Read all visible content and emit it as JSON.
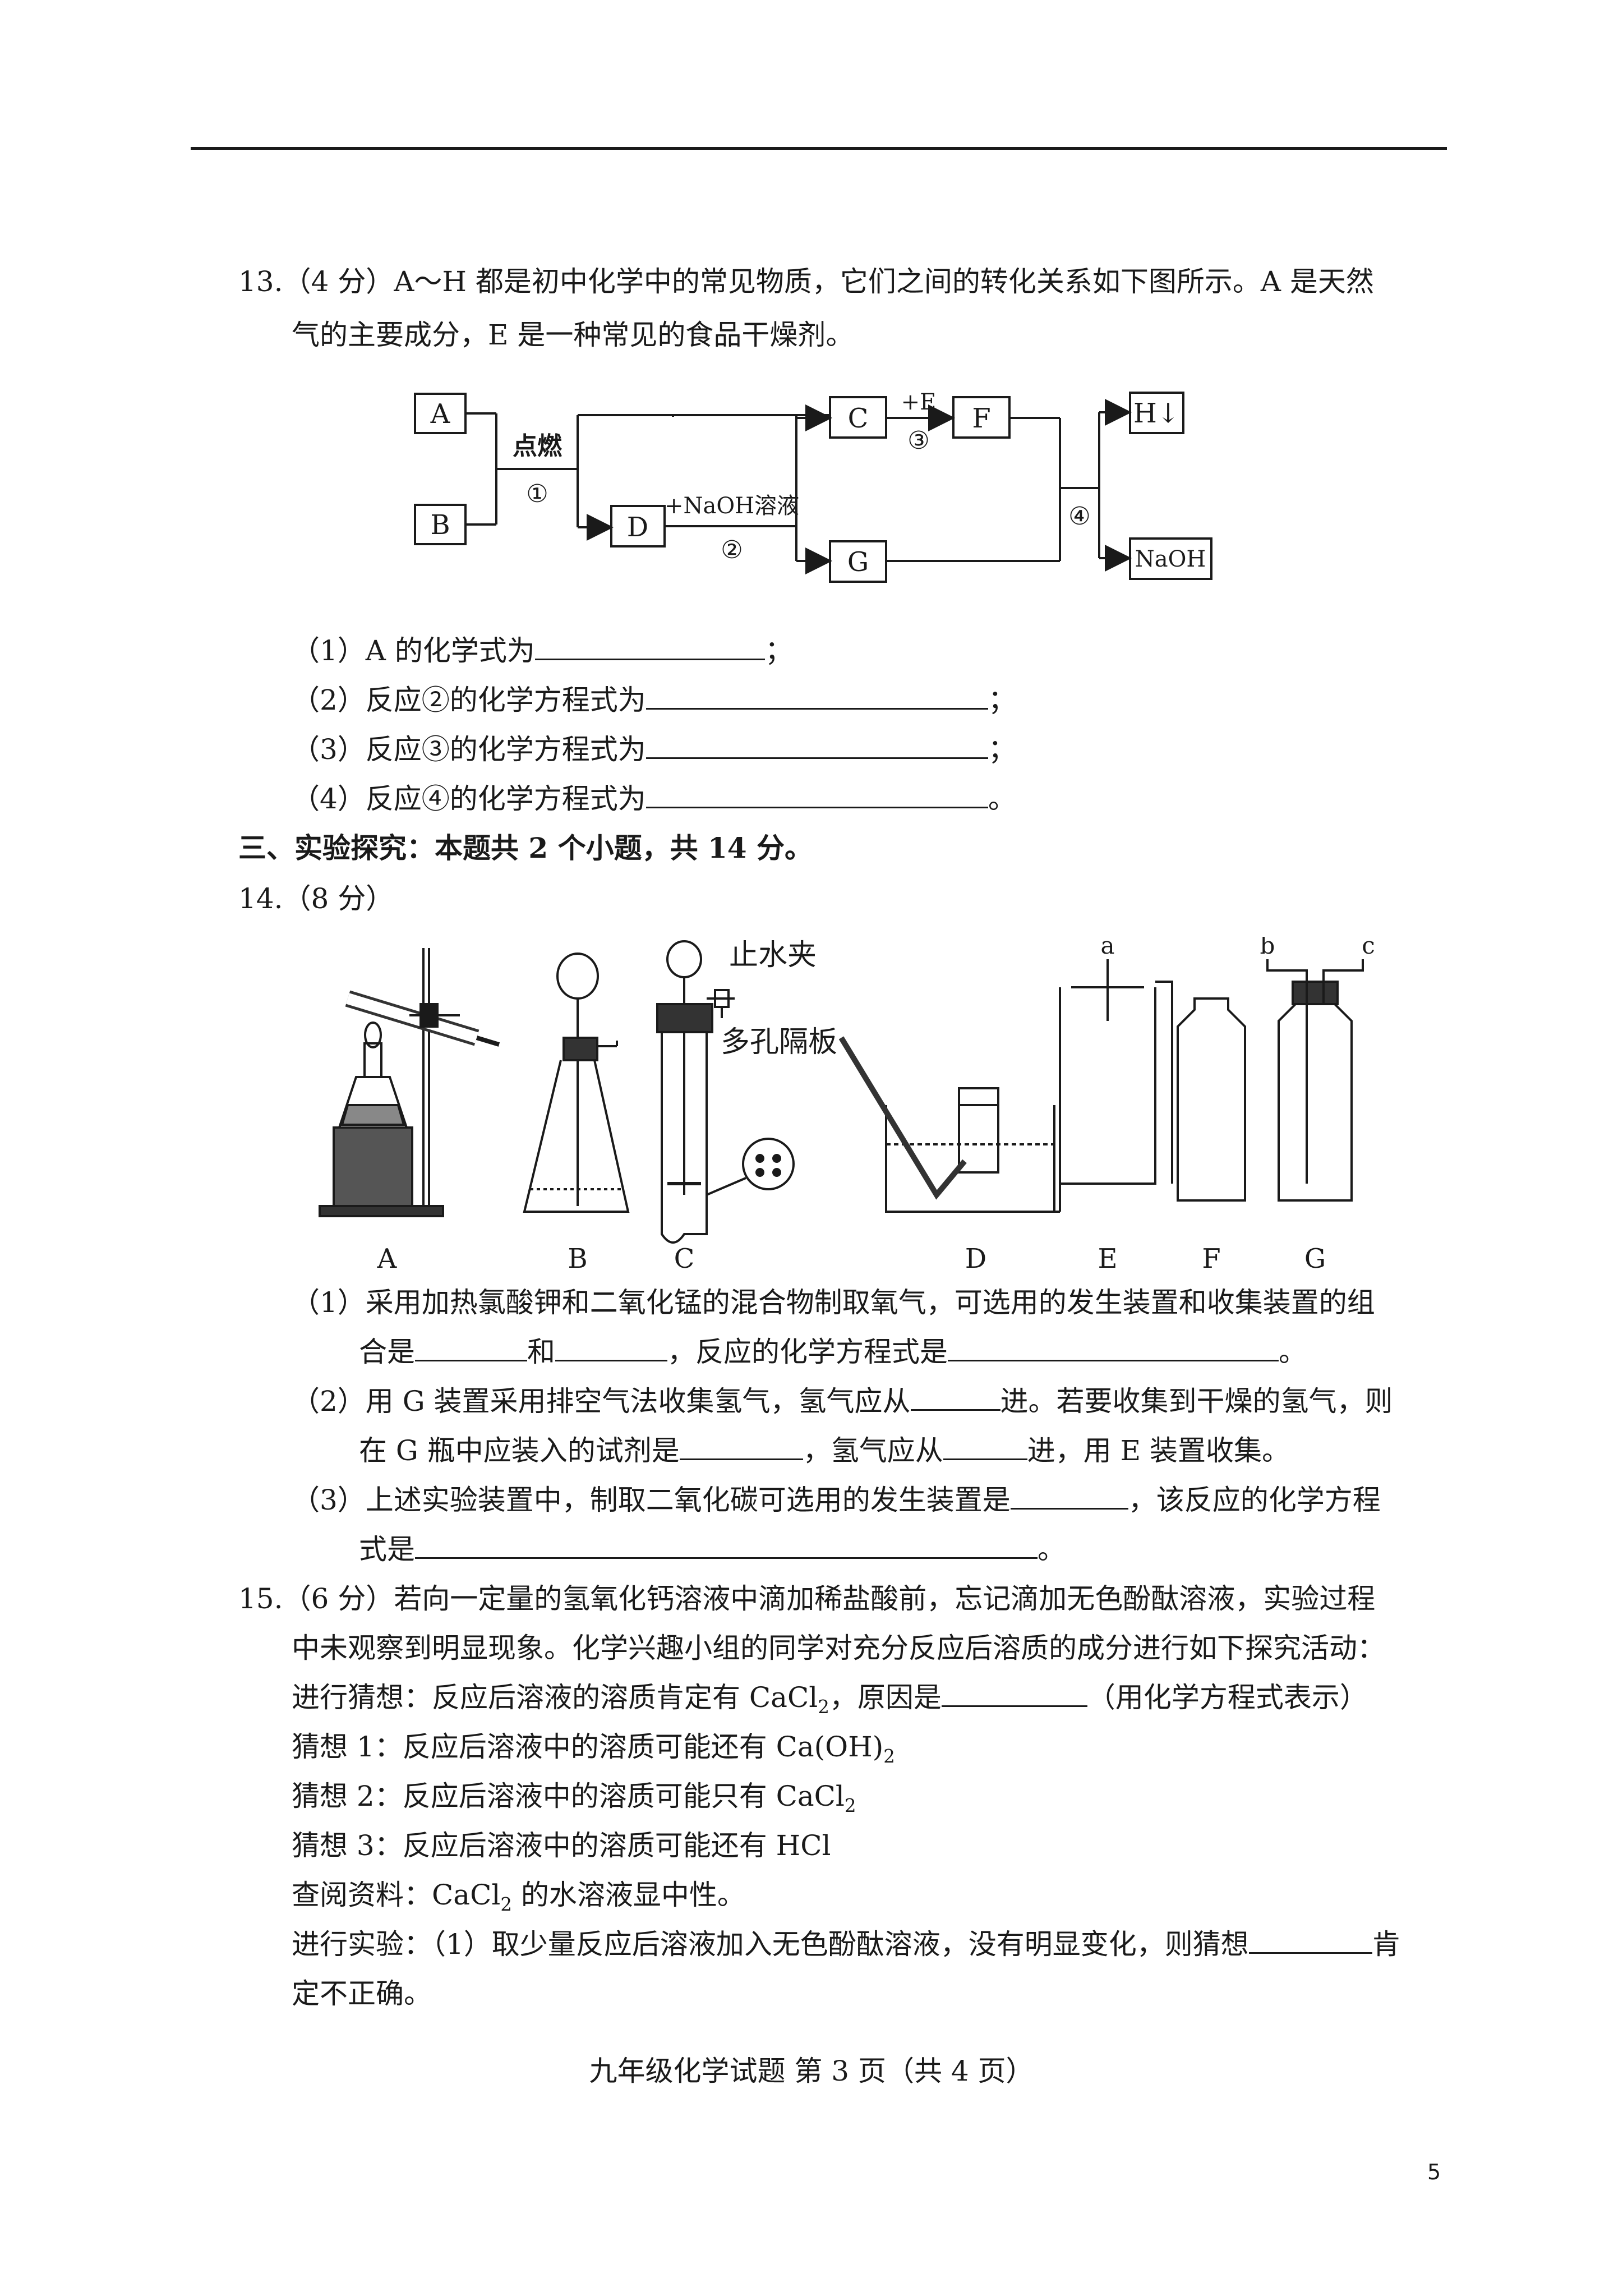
{
  "q13": {
    "line1": "13.（4 分）A～H 都是初中化学中的常见物质，它们之间的转化关系如下图所示。A 是天然",
    "line2": "气的主要成分，E 是一种常见的食品干燥剂。",
    "flow": {
      "A": "A",
      "B": "B",
      "C": "C",
      "D": "D",
      "F": "F",
      "G": "G",
      "H": "H↓",
      "NaOH": "NaOH",
      "ignite": "点燃",
      "r1": "①",
      "naoh_sol": "+NaOH溶液",
      "r2": "②",
      "plusE": "+E",
      "r3": "③",
      "r4": "④"
    },
    "sub1_pre": "（1）A 的化学式为",
    "sub1_post": "；",
    "sub2_pre": "（2）反应②的化学方程式为",
    "sub2_post": "；",
    "sub3_pre": "（3）反应③的化学方程式为",
    "sub3_post": "；",
    "sub4_pre": "（4）反应④的化学方程式为",
    "sub4_post": "。"
  },
  "section3": "三、实验探究：本题共 2 个小题，共 14 分。",
  "q14": {
    "heading": "14.（8 分）",
    "apparatus": {
      "labelA": "A",
      "labelB": "B",
      "labelC": "C",
      "labelD": "D",
      "labelE": "E",
      "labelF": "F",
      "labelG": "G",
      "clip": "止水夹",
      "plate": "多孔隔板",
      "a": "a",
      "b": "b",
      "c": "c"
    },
    "p1_l1": "（1）采用加热氯酸钾和二氧化锰的混合物制取氧气，可选用的发生装置和收集装置的组",
    "p1_l2_pre": "合是",
    "p1_l2_and": "和",
    "p1_l2_mid": "，反应的化学方程式是",
    "p1_l2_end": "。",
    "p2_l1_pre": "（2）用 G 装置采用排空气法收集氢气，氢气应从",
    "p2_l1_post": "进。若要收集到干燥的氢气，则",
    "p2_l2_pre": "在 G  瓶中应装入的试剂是",
    "p2_l2_mid": "，氢气应从",
    "p2_l2_post": "进，用 E 装置收集。",
    "p3_l1_pre": "（3）上述实验装置中，制取二氧化碳可选用的发生装置是",
    "p3_l1_post": "，该反应的化学方程",
    "p3_l2_pre": "式是",
    "p3_l2_post": "。"
  },
  "q15": {
    "l1": "15.（6 分）若向一定量的氢氧化钙溶液中滴加稀盐酸前，忘记滴加无色酚酞溶液，实验过程",
    "l2": "中未观察到明显现象。化学兴趣小组的同学对充分反应后溶质的成分进行如下探究活动：",
    "l3_pre": "进行猜想：反应后溶液的溶质肯定有 CaCl",
    "l3_sub": "2",
    "l3_mid": "，原因是",
    "l3_post": "（用化学方程式表示）",
    "g1_pre": "猜想 1：反应后溶液中的溶质可能还有 Ca(OH)",
    "g1_sub": "2",
    "g2_pre": "猜想 2：反应后溶液中的溶质可能只有 CaCl",
    "g2_sub": "2",
    "g3": "猜想 3：反应后溶液中的溶质可能还有 HCl",
    "info_pre": "查阅资料：CaCl",
    "info_sub": "2",
    "info_post": " 的水溶液显中性。",
    "exp_pre": "进行实验：（1）取少量反应后溶液加入无色酚酞溶液，没有明显变化，则猜想",
    "exp_post": "肯",
    "exp_l2": "定不正确。"
  },
  "footer": "九年级化学试题 第 3 页（共 4 页）",
  "page_number": "5"
}
